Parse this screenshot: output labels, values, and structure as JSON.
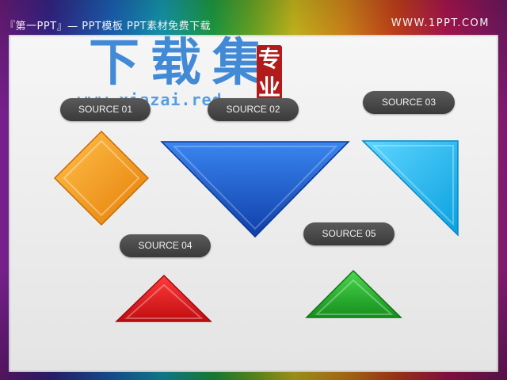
{
  "header": {
    "left_text": "『第一PPT』— PPT模板 PPT素材免费下载",
    "right_text": "WWW.1PPT.COM"
  },
  "watermark": {
    "title": "下载集",
    "seal": "专业",
    "url": "www.xiazai.red"
  },
  "labels": [
    {
      "text": "SOURCE 01"
    },
    {
      "text": "SOURCE 02"
    },
    {
      "text": "SOURCE 03"
    },
    {
      "text": "SOURCE 04"
    },
    {
      "text": "SOURCE 05"
    }
  ],
  "shape_colors": {
    "diamond_orange": "#f59a1e",
    "triangle_blue": "#1e63d0",
    "triangle_cyan": "#18b8f0",
    "triangle_red": "#e0191b",
    "triangle_green": "#22b02a"
  }
}
